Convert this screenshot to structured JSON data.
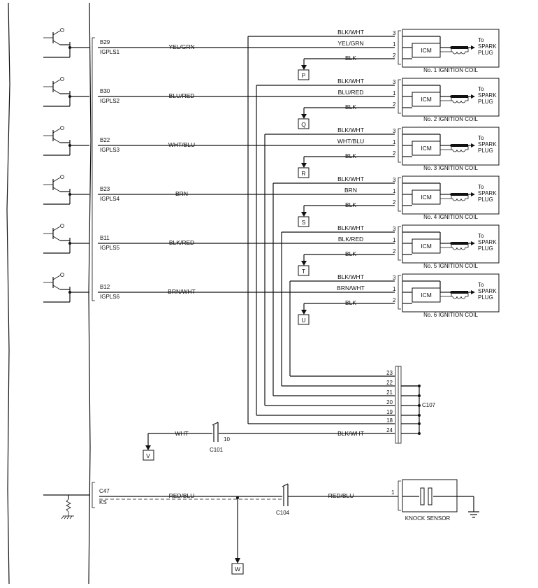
{
  "ecm": {
    "pins": [
      {
        "pin": "B29",
        "signal": "IGPLS1",
        "wire": "YEL/GRN"
      },
      {
        "pin": "B30",
        "signal": "IGPLS2",
        "wire": "BLU/RED"
      },
      {
        "pin": "B22",
        "signal": "IGPLS3",
        "wire": "WHT/BLU"
      },
      {
        "pin": "B23",
        "signal": "IGPLS4",
        "wire": "BRN"
      },
      {
        "pin": "B11",
        "signal": "IGPLS5",
        "wire": "BLK/RED"
      },
      {
        "pin": "B12",
        "signal": "IGPLS6",
        "wire": "BRN/WHT"
      }
    ],
    "ks_pin": "C47",
    "ks_signal": "KS",
    "ks_wire": "RED/BLU"
  },
  "coils": [
    {
      "name": "No. 1 IGNITION COIL",
      "pin3_wire": "BLK/WHT",
      "pin1_wire": "YEL/GRN",
      "pin2_wire": "BLK",
      "ground_ref": "P"
    },
    {
      "name": "No. 2 IGNITION COIL",
      "pin3_wire": "BLK/WHT",
      "pin1_wire": "BLU/RED",
      "pin2_wire": "BLK",
      "ground_ref": "Q"
    },
    {
      "name": "No. 3 IGNITION COIL",
      "pin3_wire": "BLK/WHT",
      "pin1_wire": "WHT/BLU",
      "pin2_wire": "BLK",
      "ground_ref": "R"
    },
    {
      "name": "No. 4 IGNITION COIL",
      "pin3_wire": "BLK/WHT",
      "pin1_wire": "BRN",
      "pin2_wire": "BLK",
      "ground_ref": "S"
    },
    {
      "name": "No. 5 IGNITION COIL",
      "pin3_wire": "BLK/WHT",
      "pin1_wire": "BLK/RED",
      "pin2_wire": "BLK",
      "ground_ref": "T"
    },
    {
      "name": "No. 6 IGNITION COIL",
      "pin3_wire": "BLK/WHT",
      "pin1_wire": "BRN/WHT",
      "pin2_wire": "BLK",
      "ground_ref": "U"
    }
  ],
  "coil_pin_numbers": [
    "3",
    "1",
    "2"
  ],
  "icm_label": "ICM",
  "spark_plug_label": [
    "To",
    "SPARK",
    "PLUG"
  ],
  "c107": {
    "name": "C107",
    "pins": [
      "23",
      "22",
      "21",
      "20",
      "19",
      "18",
      "24"
    ],
    "output_wire": "BLK/WHT"
  },
  "c101": {
    "name": "C101",
    "pin": "10",
    "wire": "WHT",
    "ref": "V"
  },
  "knock": {
    "c104": "C104",
    "wire": "RED/BLU",
    "pin": "1",
    "name": "KNOCK SENSOR",
    "ref": "W"
  }
}
